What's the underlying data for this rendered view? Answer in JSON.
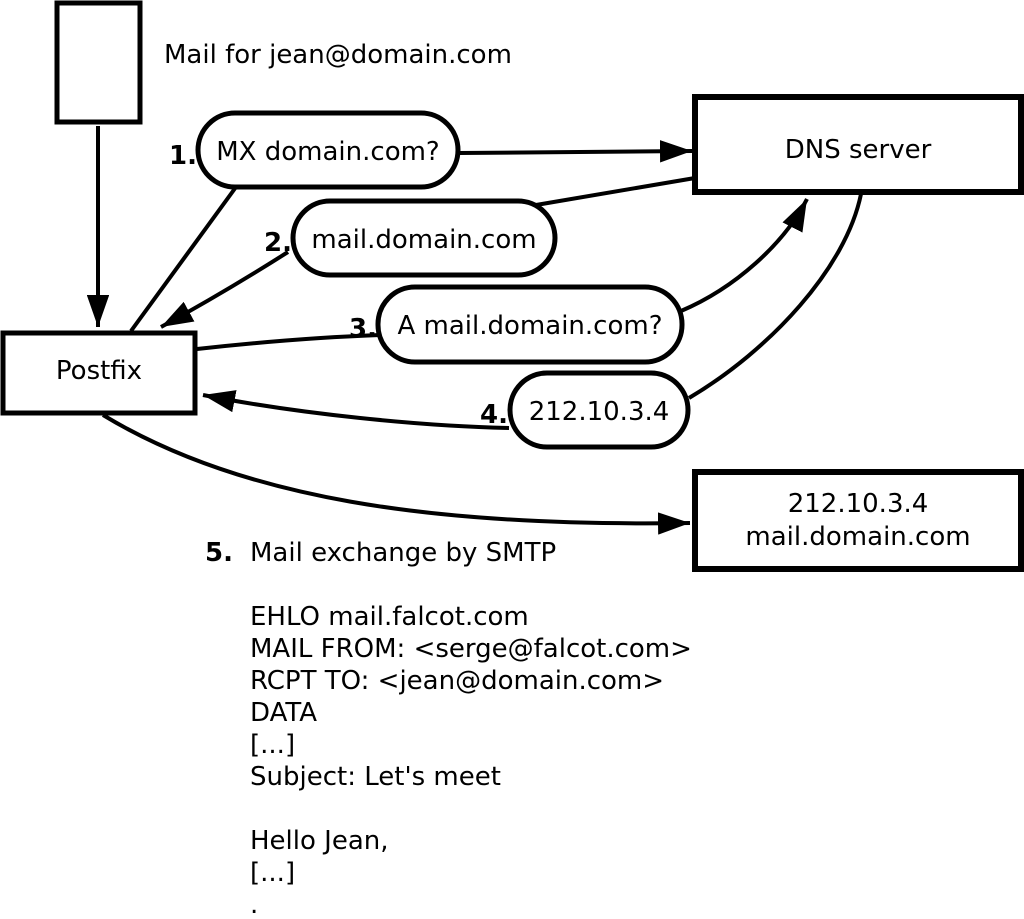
{
  "annotation": "Mail for jean@domain.com",
  "nodes": {
    "postfix": {
      "label": "Postfix"
    },
    "dns_server": {
      "label": "DNS server"
    },
    "mail_server": {
      "line1": "212.10.3.4",
      "line2": "mail.domain.com"
    }
  },
  "steps": [
    {
      "num": "1.",
      "label": "MX domain.com?"
    },
    {
      "num": "2.",
      "label": "mail.domain.com"
    },
    {
      "num": "3.",
      "label": "A mail.domain.com?"
    },
    {
      "num": "4.",
      "label": "212.10.3.4"
    },
    {
      "num": "5.",
      "label": "Mail exchange by SMTP"
    }
  ],
  "smtp_session": {
    "lines": [
      "EHLO mail.falcot.com",
      "MAIL FROM: <serge@falcot.com>",
      "RCPT TO: <jean@domain.com>",
      "DATA",
      "[...]",
      "Subject: Let's meet",
      "",
      "Hello Jean,",
      "[...]",
      "."
    ]
  },
  "colors": {
    "stroke": "#000000",
    "background": "#ffffff"
  }
}
